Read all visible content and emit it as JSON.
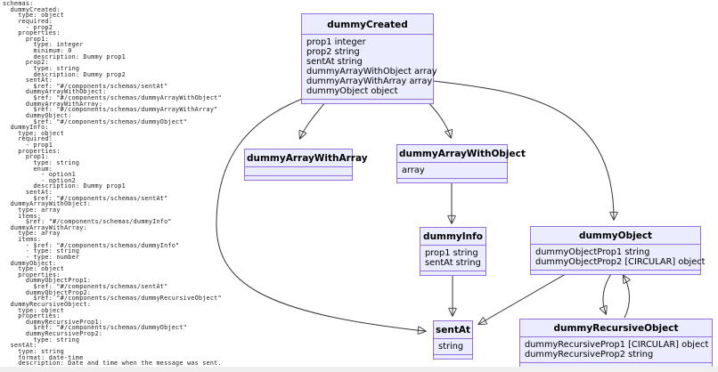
{
  "schema_yaml": "schemas:\n  dummyCreated:\n    type: object\n    required:\n      - prop2\n    properties:\n      prop1:\n        type: integer\n        minimum: 0\n        description: Dummy prop1\n      prop2:\n        type: string\n        description: Dummy prop2\n      sentAt:\n        $ref: \"#/components/schemas/sentAt\"\n      dummyArrayWithObject:\n        $ref: \"#/components/schemas/dummyArrayWithObject\"\n      dummyArrayWithArray:\n        $ref: \"#/components/schemas/dummyArrayWithArray\"\n      dummyObject:\n        $ref: \"#/components/schemas/dummyObject\"\n  dummyInfo:\n    type: object\n    required:\n      - prop1\n    properties:\n      prop1:\n        type: string\n        enum:\n          - option1\n          - option2\n        description: Dummy prop1\n      sentAt:\n        $ref: \"#/components/schemas/sentAt\"\n  dummyArrayWithObject:\n    type: array\n    items:\n      $ref: \"#/components/schemas/dummyInfo\"\n  dummyArrayWithArray:\n    type: array\n    items:\n      - $ref: \"#/components/schemas/dummyInfo\"\n      - type: string\n      - type: number\n  dummyObject:\n    type: object\n    properties:\n      dummyObjectProp1:\n        $ref: \"#/components/schemas/sentAt\"\n      dummyObjectProp2:\n        $ref: \"#/components/schemas/dummyRecursiveObject\"\n  dummyRecursiveObject:\n    type: object\n    properties:\n      dummyRecursiveProp1:\n        $ref: \"#/components/schemas/dummyObject\"\n      dummyRecursiveProp2:\n        type: string\n  sentAt:\n    type: string\n    format: date-time\n    description: Date and time when the message was sent.",
  "diagram": {
    "colors": {
      "node_fill": "#ECECFF",
      "node_border": "#9370DB",
      "edge": "#333333",
      "text": "#000000"
    },
    "nodes": [
      {
        "id": "dummyCreated",
        "title": "dummyCreated",
        "members": [
          "prop1 integer",
          "prop2 string",
          "sentAt string",
          "dummyArrayWithObject array",
          "dummyArrayWithArray array",
          "dummyObject object"
        ]
      },
      {
        "id": "dummyArrayWithArray",
        "title": "dummyArrayWithArray",
        "members": []
      },
      {
        "id": "dummyArrayWithObject",
        "title": "dummyArrayWithObject",
        "members": [
          "array"
        ]
      },
      {
        "id": "dummyInfo",
        "title": "dummyInfo",
        "members": [
          "prop1 string",
          "sentAt string"
        ]
      },
      {
        "id": "dummyObject",
        "title": "dummyObject",
        "members": [
          "dummyObjectProp1 string",
          "dummyObjectProp2 [CIRCULAR] object"
        ]
      },
      {
        "id": "sentAt",
        "title": "sentAt",
        "members": [
          "string"
        ]
      },
      {
        "id": "dummyRecursiveObject",
        "title": "dummyRecursiveObject",
        "members": [
          "dummyRecursiveProp1 [CIRCULAR] object",
          "dummyRecursiveProp2 string"
        ]
      }
    ],
    "edges": [
      {
        "from": "dummyCreated",
        "to": "dummyArrayWithArray"
      },
      {
        "from": "dummyCreated",
        "to": "dummyArrayWithObject"
      },
      {
        "from": "dummyCreated",
        "to": "dummyObject"
      },
      {
        "from": "dummyCreated",
        "to": "sentAt"
      },
      {
        "from": "dummyArrayWithObject",
        "to": "dummyInfo"
      },
      {
        "from": "dummyInfo",
        "to": "sentAt"
      },
      {
        "from": "dummyObject",
        "to": "sentAt"
      },
      {
        "from": "dummyObject",
        "to": "dummyRecursiveObject"
      },
      {
        "from": "dummyRecursiveObject",
        "to": "dummyObject"
      }
    ]
  }
}
